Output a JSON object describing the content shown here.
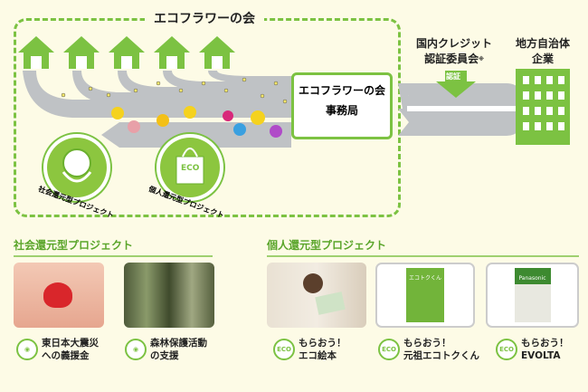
{
  "title": "エコフラワーの会",
  "office": {
    "line1": "エコフラワーの会",
    "line2": "事務局"
  },
  "certifier": {
    "line1": "国内クレジット",
    "line2": "認証委員会",
    "note": "※"
  },
  "certify_arrow": "認証",
  "municipality": {
    "line1": "地方自治体",
    "line2": "企業"
  },
  "circles": {
    "social": "社会還元型プロジェクト",
    "personal": "個人還元型プロジェクト",
    "eco": "ECO"
  },
  "sections": {
    "social": "社会還元型プロジェクト",
    "personal": "個人還元型プロジェクト"
  },
  "items": [
    {
      "line1": "東日本大震災",
      "line2": "への義援金"
    },
    {
      "line1": "森林保護活動",
      "line2": "の支援"
    },
    {
      "line1": "もらおう！",
      "line2": "エコ絵本"
    },
    {
      "line1": "もらおう！",
      "line2": "元祖エコトクくん"
    },
    {
      "line1": "もらおう！",
      "line2": "EVOLTA"
    }
  ],
  "products": {
    "ecotoku": "エコトクくん",
    "evolta": "Panasonic"
  },
  "colors": {
    "green": "#7cc242",
    "gray": "#b9bcbf",
    "bg": "#fdfbe6"
  }
}
